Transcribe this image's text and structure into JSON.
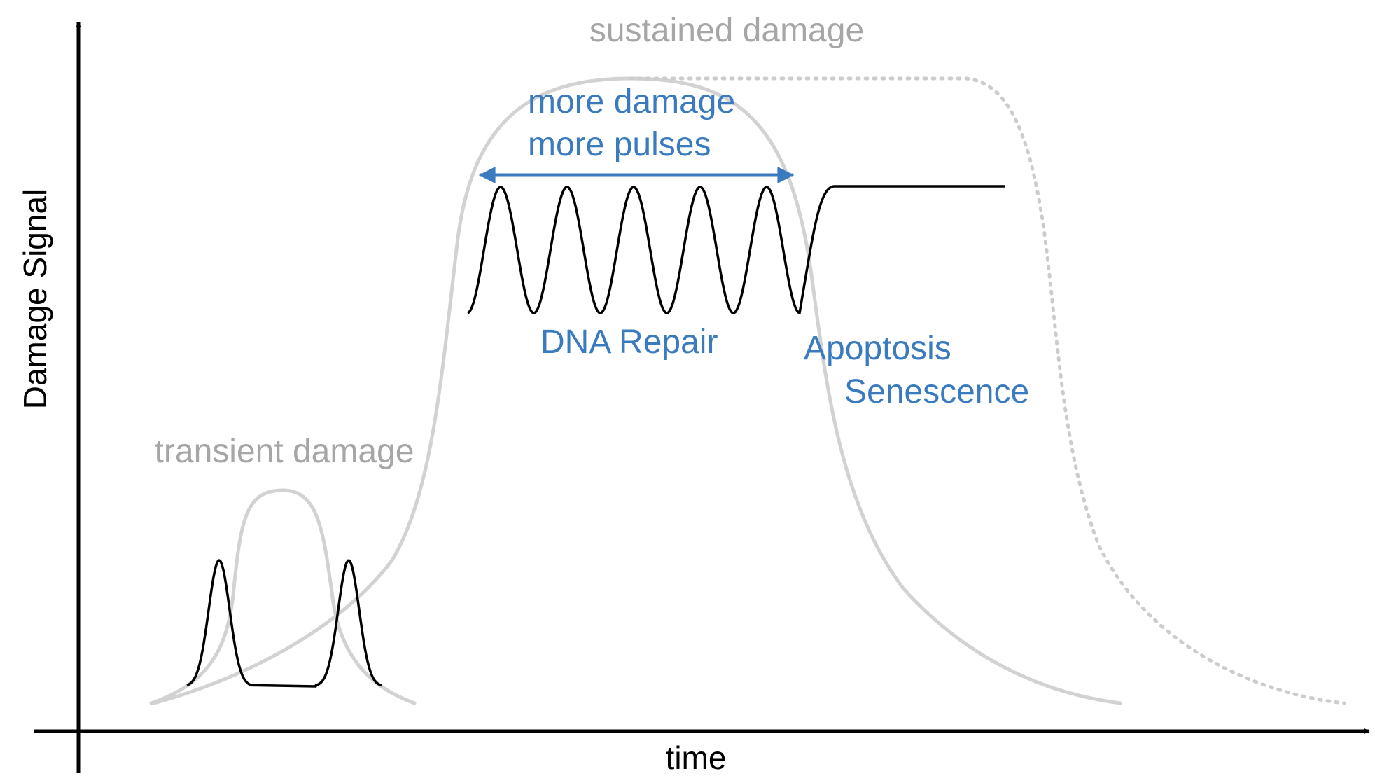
{
  "axes": {
    "y_label": "Damage Signal",
    "x_label": "time"
  },
  "labels": {
    "sustained": "sustained damage",
    "transient": "transient damage",
    "more_damage": "more damage",
    "more_pulses": "more pulses",
    "dna_repair": "DNA Repair",
    "apoptosis": "Apoptosis",
    "senescence": "Senescence"
  },
  "colors": {
    "axis": "#000000",
    "signal": "#000000",
    "envelope": "#d2d2d2",
    "dotted": "#cccccc",
    "gray_text": "#a6a6a6",
    "blue": "#3a7bbf"
  }
}
